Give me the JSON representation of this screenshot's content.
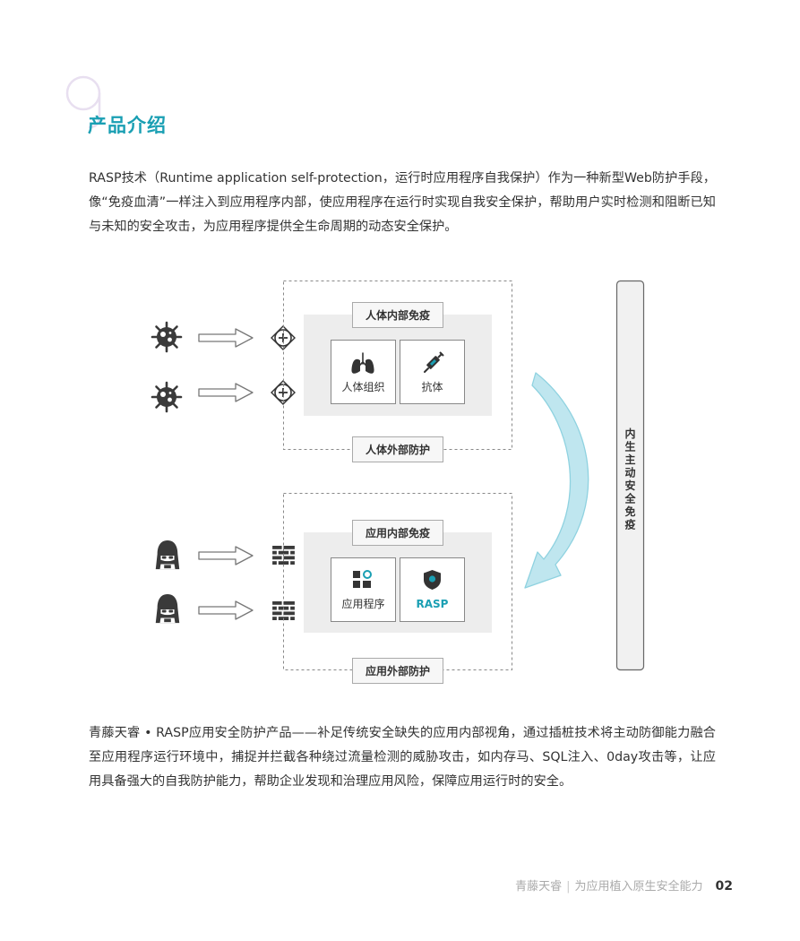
{
  "section": {
    "title": "产品介绍"
  },
  "intro_text": "RASP技术（Runtime application self-protection，运行时应用程序自我保护）作为一种新型Web防护手段，像“免疫血清”一样注入到应用程序内部，使应用程序在运行时实现自我安全保护，帮助用户实时检测和阻断已知与未知的安全攻击，为应用程序提供全生命周期的动态安全保护。",
  "diagram": {
    "human": {
      "inner_label": "人体内部免疫",
      "outer_label": "人体外部防护",
      "cards": [
        {
          "label": "人体组织",
          "icon": "lungs-icon"
        },
        {
          "label": "抗体",
          "icon": "syringe-icon"
        }
      ],
      "threat_icon": "virus-icon",
      "entry_icon": "plus-circle-icon"
    },
    "app": {
      "inner_label": "应用内部免疫",
      "outer_label": "应用外部防护",
      "cards": [
        {
          "label": "应用程序",
          "icon": "app-blocks-icon"
        },
        {
          "label": "RASP",
          "icon": "shield-icon"
        }
      ],
      "threat_icon": "hacker-icon",
      "entry_icon": "firewall-icon"
    },
    "side_bar_label": "内生主动安全免疫",
    "colors": {
      "accent": "#1a9fb3",
      "curve_arrow": "#bfe6ef"
    }
  },
  "product_text": "青藤天睿 • RASP应用安全防护产品——补足传统安全缺失的应用内部视角，通过插桩技术将主动防御能力融合至应用程序运行环境中，捕捉并拦截各种绕过流量检测的威胁攻击，如内存马、SQL注入、0day攻击等，让应用具备强大的自我防护能力，帮助企业发现和治理应用风险，保障应用运行时的安全。",
  "footer": {
    "brand": "青藤天睿",
    "slogan": "为应用植入原生安全能力",
    "page_number": "02"
  }
}
